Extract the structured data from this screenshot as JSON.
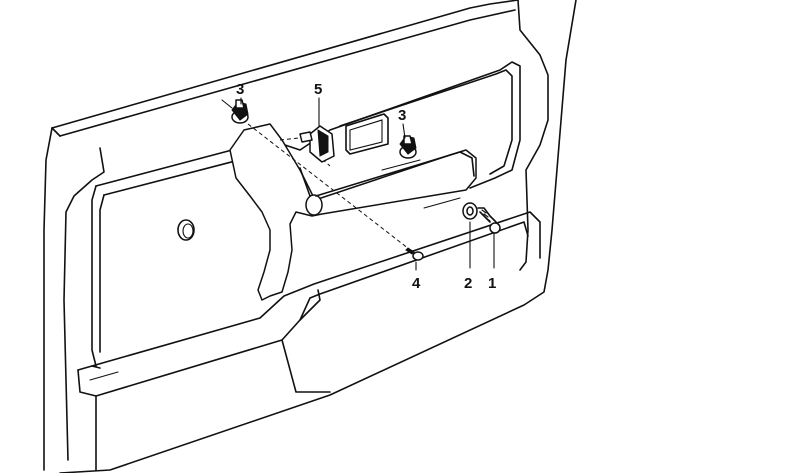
{
  "callouts": [
    {
      "id": "callout-1",
      "label": "1"
    },
    {
      "id": "callout-2",
      "label": "2"
    },
    {
      "id": "callout-3a",
      "label": "3"
    },
    {
      "id": "callout-3b",
      "label": "3"
    },
    {
      "id": "callout-4",
      "label": "4"
    },
    {
      "id": "callout-5",
      "label": "5"
    }
  ]
}
